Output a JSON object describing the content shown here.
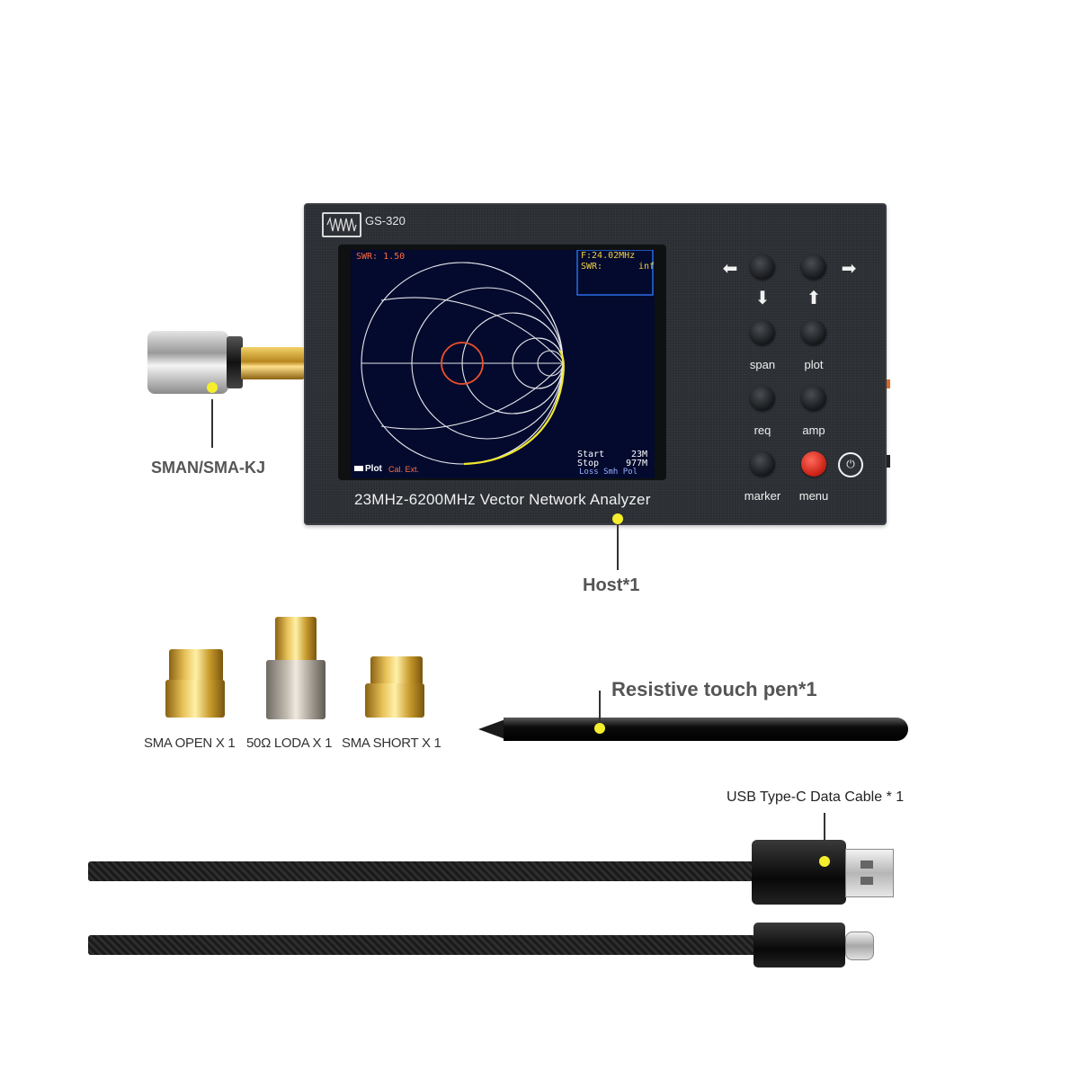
{
  "device": {
    "brand": "GS-320",
    "model_line": "23MHz-6200MHz  Vector Network Analyzer",
    "screen": {
      "swr_top_left": "SWR: 1.50",
      "marker_freq": "F:24.02MHz",
      "marker_swr_label": "SWR:",
      "marker_swr_value": "inf",
      "start_label": "Start",
      "start_value": "23M",
      "stop_label": "Stop",
      "stop_value": "977M",
      "bottom_modes": "Loss Smh Pol",
      "bottom_left_plot": "Plot",
      "bottom_left_cal": "Cal. Ext."
    },
    "buttons": {
      "span": "span",
      "plot": "plot",
      "req": "req",
      "amp": "amp",
      "marker": "marker",
      "menu": "menu"
    }
  },
  "callouts": {
    "connector": "SMAN/SMA-KJ",
    "host": "Host*1",
    "pen": "Resistive touch pen*1",
    "cable": "USB Type-C Data Cable * 1"
  },
  "accessories": {
    "open": "SMA OPEN X 1",
    "load": "50Ω LODA X 1",
    "short": "SMA SHORT X 1"
  },
  "colors": {
    "highlight_dot": "#f4ee2c",
    "menu_button": "#e0261a",
    "screen_bg": "#030a2e"
  }
}
